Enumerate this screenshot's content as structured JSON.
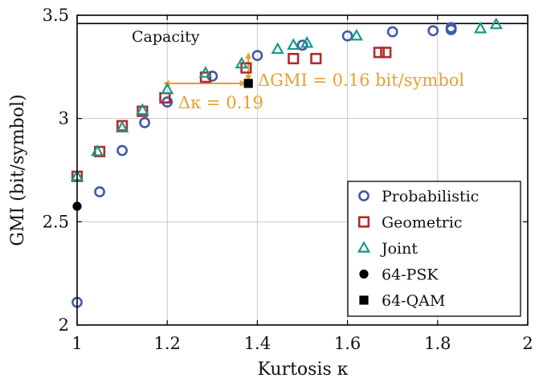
{
  "chart_data": {
    "type": "scatter",
    "xlabel": "Kurtosis κ",
    "ylabel": "GMI (bit/symbol)",
    "xlim": [
      1,
      2
    ],
    "ylim": [
      2,
      3.5
    ],
    "xticks": [
      "1",
      "1.2",
      "1.4",
      "1.6",
      "1.8",
      "2"
    ],
    "yticks": [
      "2",
      "2.5",
      "3",
      "3.5"
    ],
    "grid": true,
    "legend_placement": "bottom-right",
    "capacity": {
      "label": "Capacity",
      "y": 3.46
    },
    "series": [
      {
        "name": "Probabilistic",
        "marker": "circle-open",
        "color": "#3f5aa8",
        "points": [
          {
            "x": 1.0,
            "y": 2.11
          },
          {
            "x": 1.05,
            "y": 2.645
          },
          {
            "x": 1.1,
            "y": 2.845
          },
          {
            "x": 1.15,
            "y": 2.98
          },
          {
            "x": 1.2,
            "y": 3.08
          },
          {
            "x": 1.3,
            "y": 3.205
          },
          {
            "x": 1.4,
            "y": 3.305
          },
          {
            "x": 1.5,
            "y": 3.355
          },
          {
            "x": 1.6,
            "y": 3.4
          },
          {
            "x": 1.7,
            "y": 3.42
          },
          {
            "x": 1.79,
            "y": 3.425
          },
          {
            "x": 1.83,
            "y": 3.43
          },
          {
            "x": 1.83,
            "y": 3.44
          }
        ]
      },
      {
        "name": "Geometric",
        "marker": "square-open",
        "color": "#b22a2a",
        "points": [
          {
            "x": 1.0,
            "y": 2.72
          },
          {
            "x": 1.05,
            "y": 2.84
          },
          {
            "x": 1.1,
            "y": 2.965
          },
          {
            "x": 1.145,
            "y": 3.035
          },
          {
            "x": 1.195,
            "y": 3.1
          },
          {
            "x": 1.285,
            "y": 3.2
          },
          {
            "x": 1.375,
            "y": 3.245
          },
          {
            "x": 1.48,
            "y": 3.29
          },
          {
            "x": 1.53,
            "y": 3.29
          },
          {
            "x": 1.67,
            "y": 3.32
          },
          {
            "x": 1.685,
            "y": 3.32
          }
        ]
      },
      {
        "name": "Joint",
        "marker": "triangle-open",
        "color": "#169a86",
        "points": [
          {
            "x": 1.0,
            "y": 2.72
          },
          {
            "x": 1.045,
            "y": 2.84
          },
          {
            "x": 1.1,
            "y": 2.955
          },
          {
            "x": 1.145,
            "y": 3.04
          },
          {
            "x": 1.2,
            "y": 3.14
          },
          {
            "x": 1.285,
            "y": 3.22
          },
          {
            "x": 1.365,
            "y": 3.265
          },
          {
            "x": 1.445,
            "y": 3.335
          },
          {
            "x": 1.48,
            "y": 3.355
          },
          {
            "x": 1.51,
            "y": 3.365
          },
          {
            "x": 1.62,
            "y": 3.4
          },
          {
            "x": 1.895,
            "y": 3.435
          },
          {
            "x": 1.93,
            "y": 3.455
          }
        ]
      },
      {
        "name": "64-PSK",
        "marker": "circle-filled",
        "color": "#000000",
        "points": [
          {
            "x": 1.0,
            "y": 2.575
          }
        ]
      },
      {
        "name": "64-QAM",
        "marker": "square-filled",
        "color": "#000000",
        "points": [
          {
            "x": 1.38,
            "y": 3.17
          }
        ]
      }
    ],
    "annotations": {
      "color": "#e6a12e",
      "delta_kappa": {
        "label": "Δκ = 0.19",
        "from": {
          "x": 1.19,
          "y": 3.17
        },
        "to": {
          "x": 1.38,
          "y": 3.17
        }
      },
      "delta_gmi": {
        "label": "ΔGMI = 0.16 bit/symbol",
        "from": {
          "x": 1.38,
          "y": 3.17
        },
        "to": {
          "x": 1.38,
          "y": 3.33
        }
      }
    }
  }
}
